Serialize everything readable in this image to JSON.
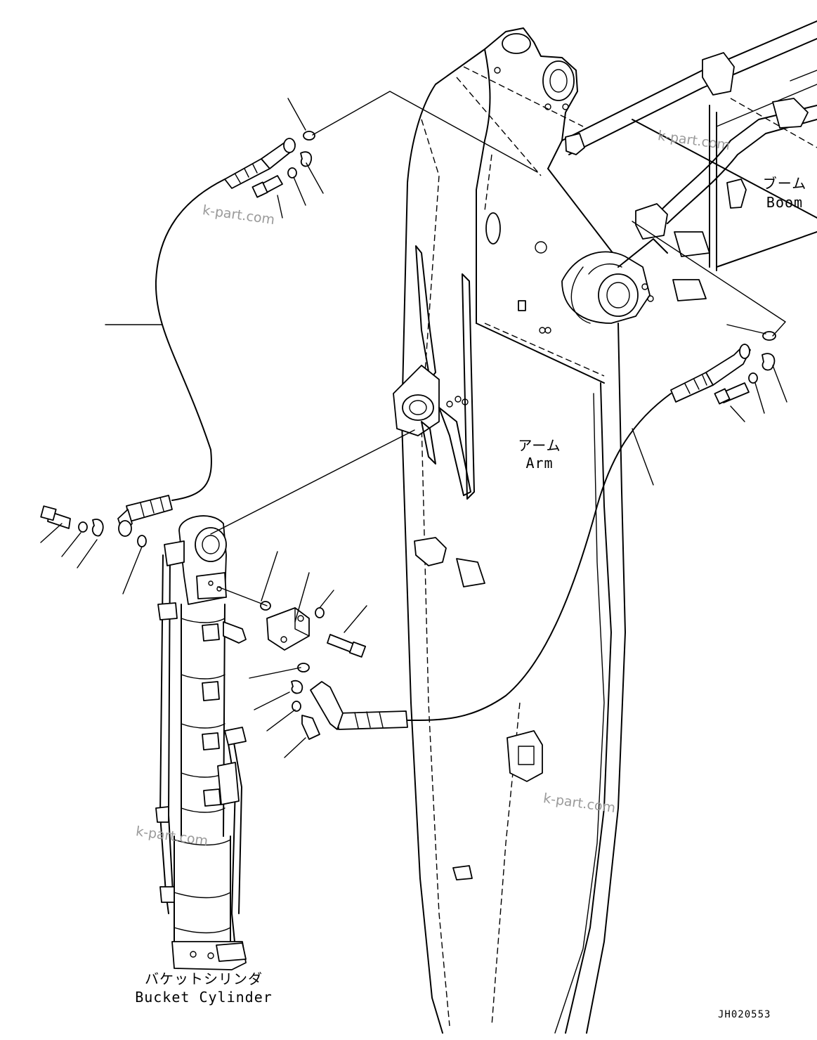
{
  "labels": {
    "boom_jp": "ブーム",
    "boom_en": "Boom",
    "arm_jp": "アーム",
    "arm_en": "Arm",
    "bucket_cylinder_jp": "バケットシリンダ",
    "bucket_cylinder_en": "Bucket Cylinder"
  },
  "watermarks": [
    "k-part.com",
    "k-part.com",
    "k-part.com",
    "k-part.com"
  ],
  "drawing_code": "JH020553"
}
